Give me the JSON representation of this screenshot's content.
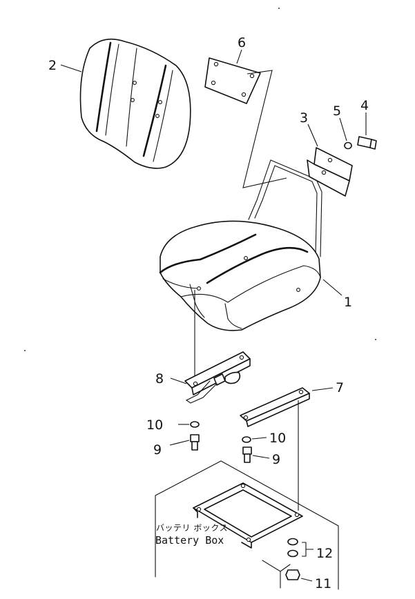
{
  "parts": {
    "seat": "1",
    "backrest_cushion": "2",
    "bracket": "3",
    "bolt": "4",
    "washer_upper": "5",
    "plate": "6",
    "rail_right": "7",
    "rail_left": "8",
    "bolt_left": "9",
    "bolt_right": "9",
    "washer_left": "10",
    "washer_right": "10",
    "nut": "11",
    "washers_lower": "12"
  },
  "battery_box": {
    "label_jp": "バッテリ ボックス",
    "label_en": "Battery Box"
  }
}
